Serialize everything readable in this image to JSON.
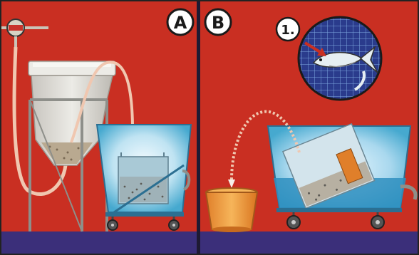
{
  "panels": {
    "left": {
      "letter": "A"
    },
    "right": {
      "letter": "B",
      "step": "1."
    }
  },
  "colors": {
    "background_red": "#c92f22",
    "floor_navy": "#3b2f7a",
    "tank_blue": "#46a9cf",
    "water_blue": "#2f8fbf",
    "funnel_gray": "#d9d6cf",
    "frame_gray": "#8e8f8a",
    "bucket_orange": "#f0a040",
    "tube_pink": "#f0c7b0",
    "inset_grid_navy": "#2a3b8c"
  },
  "icons": [
    "valve-icon",
    "fish-icon",
    "arrow-icon",
    "wheel-icon"
  ]
}
